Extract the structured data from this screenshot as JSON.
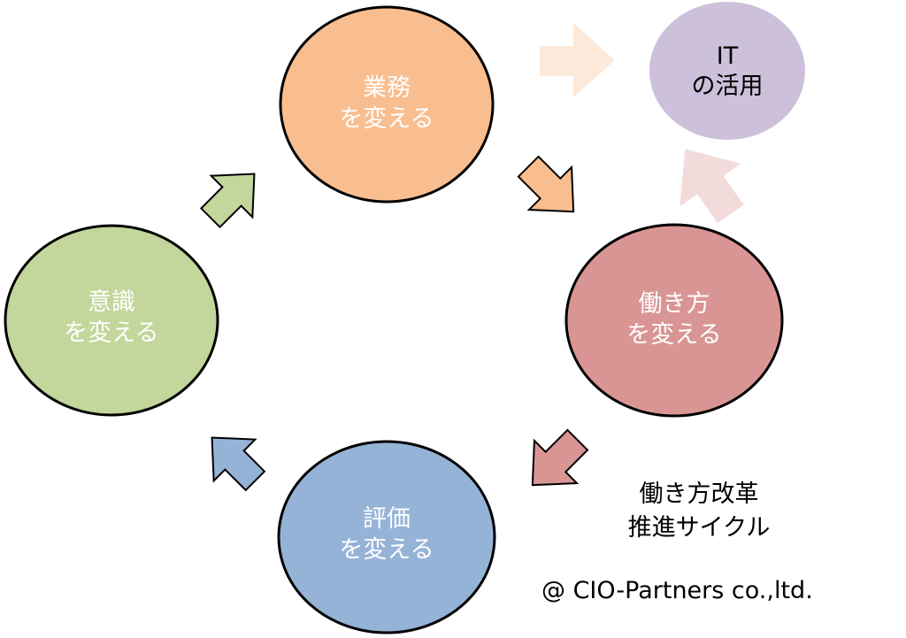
{
  "nodes": {
    "work": {
      "line1": "業務",
      "line2": "を変える",
      "fill": "#f9be8f",
      "text_color": "#ffffff"
    },
    "style": {
      "line1": "働き方",
      "line2": "を変える",
      "fill": "#d99594",
      "text_color": "#ffffff"
    },
    "eval": {
      "line1": "評価",
      "line2": "を変える",
      "fill": "#95b3d7",
      "text_color": "#ffffff"
    },
    "mind": {
      "line1": "意識",
      "line2": "を変える",
      "fill": "#c3d69b",
      "text_color": "#ffffff"
    },
    "it": {
      "line1": "IT",
      "line2": "の活用",
      "fill": "#ccc0da",
      "text_color": "#000000"
    }
  },
  "colors": {
    "outline": "#000000",
    "arrow_work_to_style": "#f9be8f",
    "arrow_style_to_eval": "#d99594",
    "arrow_eval_to_mind": "#95b3d7",
    "arrow_mind_to_work": "#c3d69b",
    "arrow_work_to_it": "#fde9d9",
    "arrow_style_to_it": "#f2dcdb"
  },
  "caption": {
    "line1": "働き方改革",
    "line2": "推進サイクル"
  },
  "copyright": "@ CIO-Partners co.,ltd."
}
